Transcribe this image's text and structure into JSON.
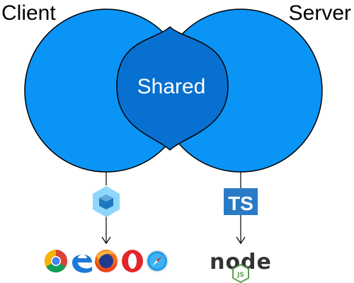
{
  "diagram": {
    "client_label": "Client",
    "server_label": "Server",
    "shared_label": "Shared",
    "ts_badge_text": "TS",
    "node_text": "node",
    "node_badge_letter": "JS"
  },
  "colors": {
    "circle_fill": "#0a94f5",
    "overlap_fill": "#0770d0",
    "outline": "#000000",
    "ts_blue": "#2a7bc6",
    "webpack_light": "#8ed6fb",
    "webpack_dark": "#1c78c0",
    "node_green": "#5fa04e",
    "node_dark": "#333333"
  },
  "icons": {
    "client_tool": "webpack-icon",
    "server_tool": "typescript-icon",
    "browsers": [
      "chrome-icon",
      "edge-icon",
      "firefox-icon",
      "opera-icon",
      "safari-icon"
    ],
    "runtime": "nodejs-icon"
  }
}
